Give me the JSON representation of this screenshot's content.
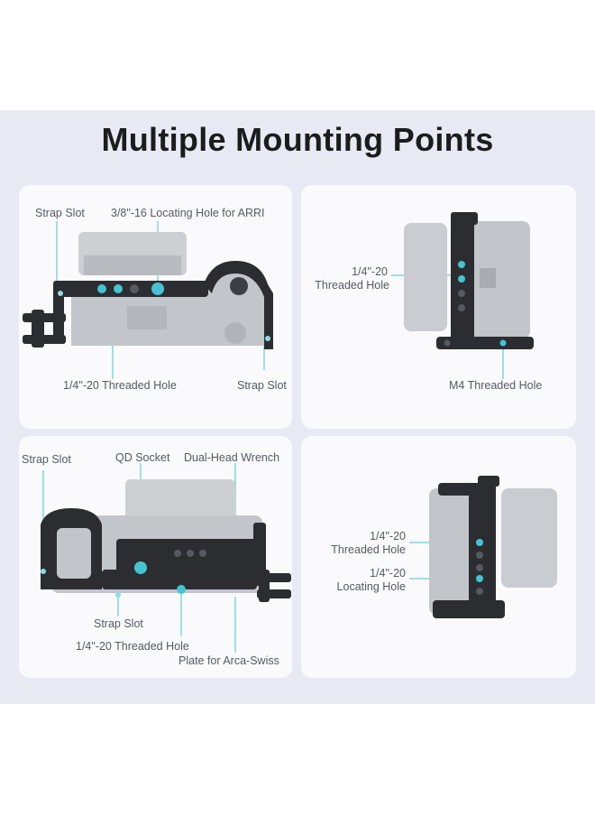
{
  "title": "Multiple Mounting Points",
  "colors": {
    "background": "#e8e9f3",
    "panel": "#fafafc",
    "accent": "#46c3d3",
    "cage": "#2b2d31",
    "camera": "#bfc2c6"
  },
  "panels": {
    "top_left": {
      "strap_slot_left": "Strap Slot",
      "locating_hole_arri": "3/8\"-16 Locating Hole for ARRI",
      "threaded_hole": "1/4\"-20 Threaded Hole",
      "strap_slot_right": "Strap Slot"
    },
    "top_right": {
      "threaded_hole_line1": "1/4\"-20",
      "threaded_hole_line2": "Threaded Hole",
      "m4_threaded_hole": "M4 Threaded Hole"
    },
    "bottom_left": {
      "strap_slot_top": "Strap Slot",
      "qd_socket": "QD Socket",
      "dual_head_wrench": "Dual-Head Wrench",
      "strap_slot_bottom": "Strap Slot",
      "threaded_hole": "1/4\"-20 Threaded Hole",
      "arca_plate": "Plate for Arca-Swiss"
    },
    "bottom_right": {
      "threaded_hole_line1": "1/4\"-20",
      "threaded_hole_line2": "Threaded Hole",
      "locating_hole_line1": "1/4\"-20",
      "locating_hole_line2": "Locating Hole"
    }
  }
}
